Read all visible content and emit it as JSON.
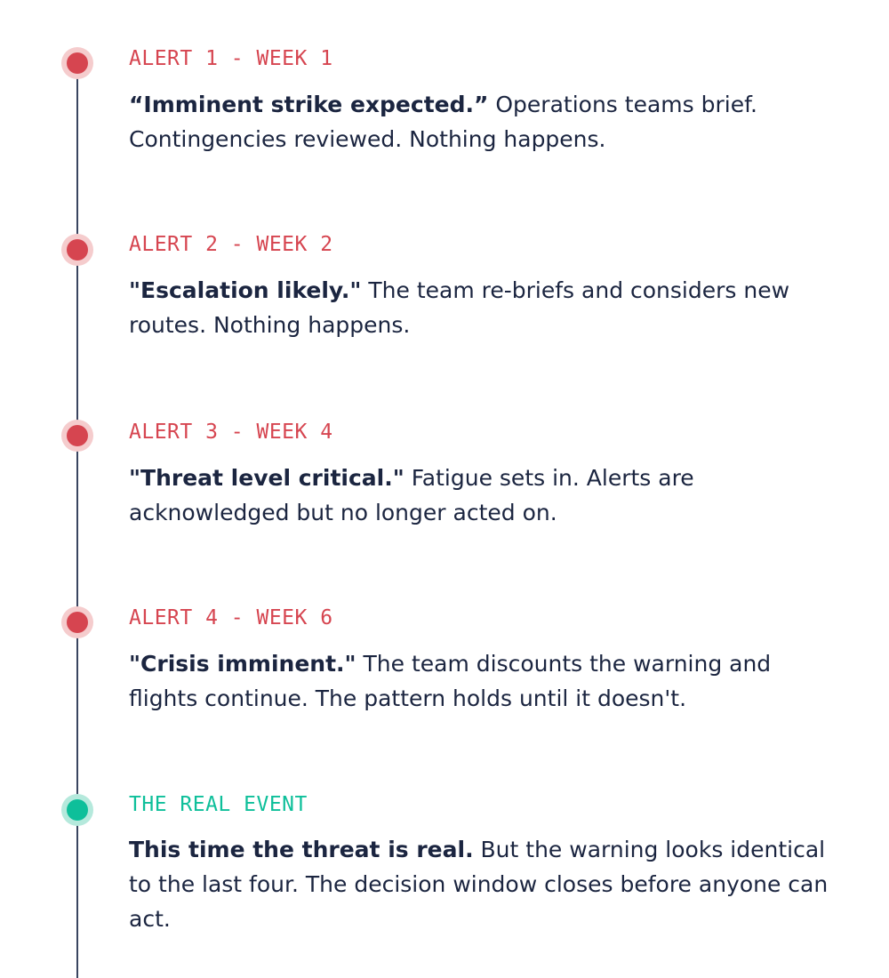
{
  "events": [
    {
      "label": "ALERT 1 - WEEK 1",
      "lead": "“Imminent strike expected.”",
      "body": " Operations teams brief. Contingencies reviewed. Nothing happens.",
      "kind": "alert"
    },
    {
      "label": "ALERT 2 - WEEK 2",
      "lead": "\"Escalation likely.\"",
      "body": " The team re-briefs and considers new routes. Nothing happens.",
      "kind": "alert"
    },
    {
      "label": "ALERT 3 - WEEK 4",
      "lead": "\"Threat level critical.\"",
      "body": " Fatigue sets in. Alerts are acknowledged but no longer acted on.",
      "kind": "alert"
    },
    {
      "label": "ALERT 4 - WEEK 6",
      "lead": "\"Crisis imminent.\"",
      "body": " The team discounts the warning and flights continue. The pattern holds until it doesn't.",
      "kind": "alert"
    },
    {
      "label": "THE REAL EVENT",
      "lead": "This time the threat is real.",
      "body": " But the warning looks identical to the last four. The decision window closes before anyone can act.",
      "kind": "real"
    }
  ],
  "colors": {
    "alert": "#d64550",
    "real": "#0ebf9a",
    "text": "#1b2540",
    "line": "#3a4560"
  }
}
